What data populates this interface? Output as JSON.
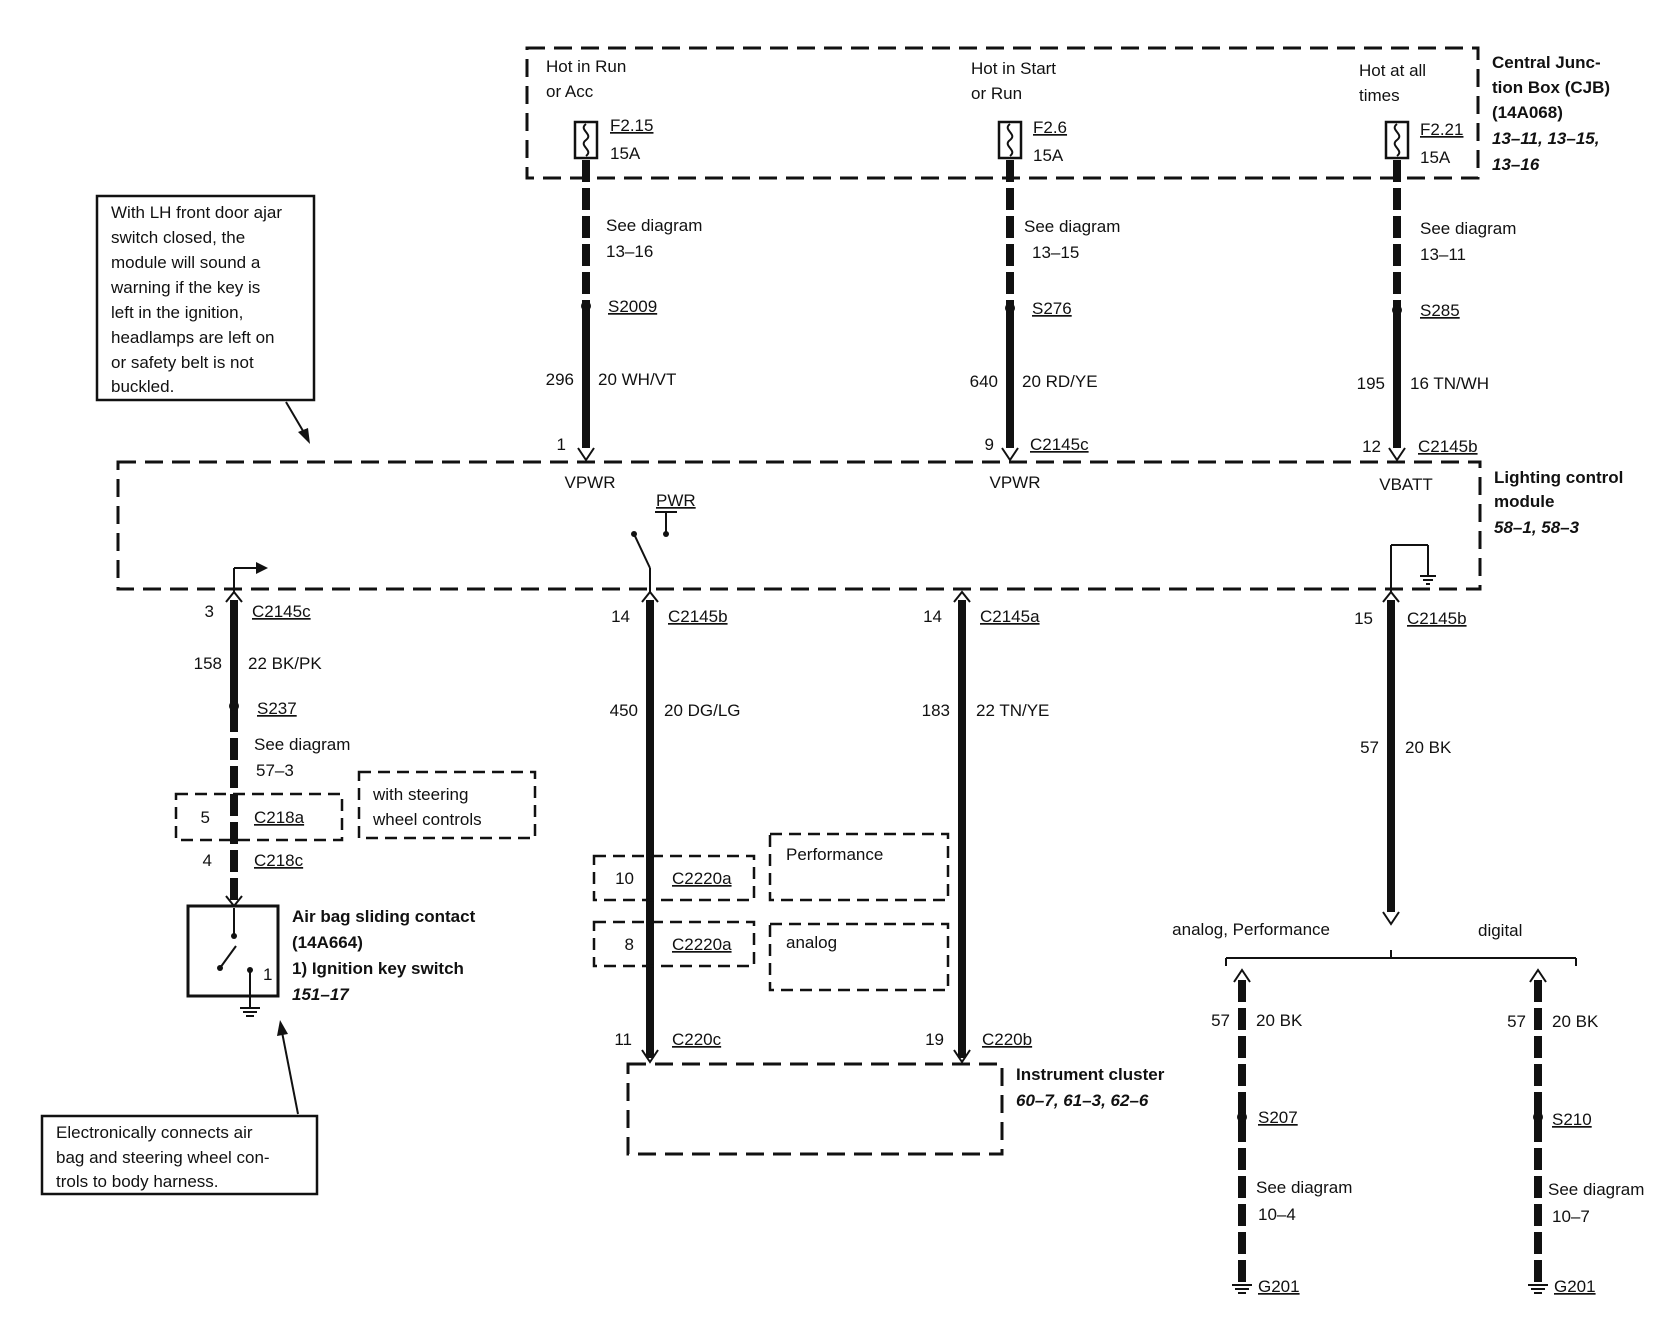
{
  "cjb": {
    "hot_run_acc": [
      "Hot in Run",
      "or Acc"
    ],
    "hot_start_run": [
      "Hot in Start",
      "or Run"
    ],
    "hot_all": [
      "Hot at all",
      "times"
    ],
    "fuse1": [
      "F2.15",
      "15A"
    ],
    "fuse2": [
      "F2.6",
      "15A"
    ],
    "fuse3": [
      "F2.21",
      "15A"
    ],
    "title": [
      "Central Junc-",
      "tion Box (CJB)",
      "(14A068)"
    ],
    "refs": [
      "13–11, 13–15,",
      "13–16"
    ]
  },
  "wires_top": [
    {
      "see": [
        "See diagram",
        "13–16"
      ],
      "splice": "S2009",
      "circuit": "296",
      "gauge": "20 WH/VT",
      "pin": "1",
      "connector": "",
      "signal": "VPWR"
    },
    {
      "see": [
        "See diagram",
        "13–15"
      ],
      "splice": "S276",
      "circuit": "640",
      "gauge": "20 RD/YE",
      "pin": "9",
      "connector": "C2145c",
      "signal": "VPWR"
    },
    {
      "see": [
        "See diagram",
        "13–11"
      ],
      "splice": "S285",
      "circuit": "195",
      "gauge": "16 TN/WH",
      "pin": "12",
      "connector": "C2145b",
      "signal": "VBATT"
    }
  ],
  "note_door": [
    "With LH front door ajar",
    "switch closed, the",
    "module will sound a",
    "warning if the key is",
    "left in the ignition,",
    "headlamps are left on",
    "or safety belt is not",
    "buckled."
  ],
  "lcm": {
    "title": [
      "Lighting control",
      "module"
    ],
    "refs": "58–1, 58–3",
    "pwr": "PWR"
  },
  "left_branch": {
    "pin": "3",
    "connector": "C2145c",
    "circuit": "158",
    "gauge": "22 BK/PK",
    "splice": "S237",
    "see": [
      "See diagram",
      "57–3"
    ],
    "c218a_pin": "5",
    "c218a": "C218a",
    "steering_note": [
      "with steering",
      "wheel controls"
    ],
    "c218c_pin": "4",
    "c218c": "C218c"
  },
  "airbag": {
    "title": [
      "Air bag sliding contact",
      "(14A664)"
    ],
    "item": "1)   Ignition key switch",
    "refs": "151–17",
    "pin": "1"
  },
  "note_airbag": [
    "Electronically connects air",
    "bag and steering wheel con-",
    "trols to body harness."
  ],
  "mid_branch": {
    "pin": "14",
    "connector": "C2145b",
    "circuit": "450",
    "gauge": "20 DG/LG",
    "perf_pin": "10",
    "perf_conn": "C2220a",
    "perf_label": "Performance",
    "analog_pin": "8",
    "analog_conn": "C2220a",
    "analog_label": "analog",
    "ic_pin": "11",
    "ic_conn": "C220c"
  },
  "right_branch": {
    "pin": "14",
    "connector": "C2145a",
    "circuit": "183",
    "gauge": "22 TN/YE",
    "ic_pin": "19",
    "ic_conn": "C220b"
  },
  "cluster": {
    "title": "Instrument cluster",
    "refs": "60–7, 61–3, 62–6"
  },
  "ground_branch": {
    "pin": "15",
    "connector": "C2145b",
    "circuit": "57",
    "gauge": "20 BK",
    "label_left": "analog, Performance",
    "label_right": "digital",
    "left": {
      "circuit": "57",
      "gauge": "20 BK",
      "splice": "S207",
      "see": [
        "See diagram",
        "10–4"
      ],
      "ground": "G201"
    },
    "right": {
      "circuit": "57",
      "gauge": "20 BK",
      "splice": "S210",
      "see": [
        "See diagram",
        "10–7"
      ],
      "ground": "G201"
    }
  }
}
